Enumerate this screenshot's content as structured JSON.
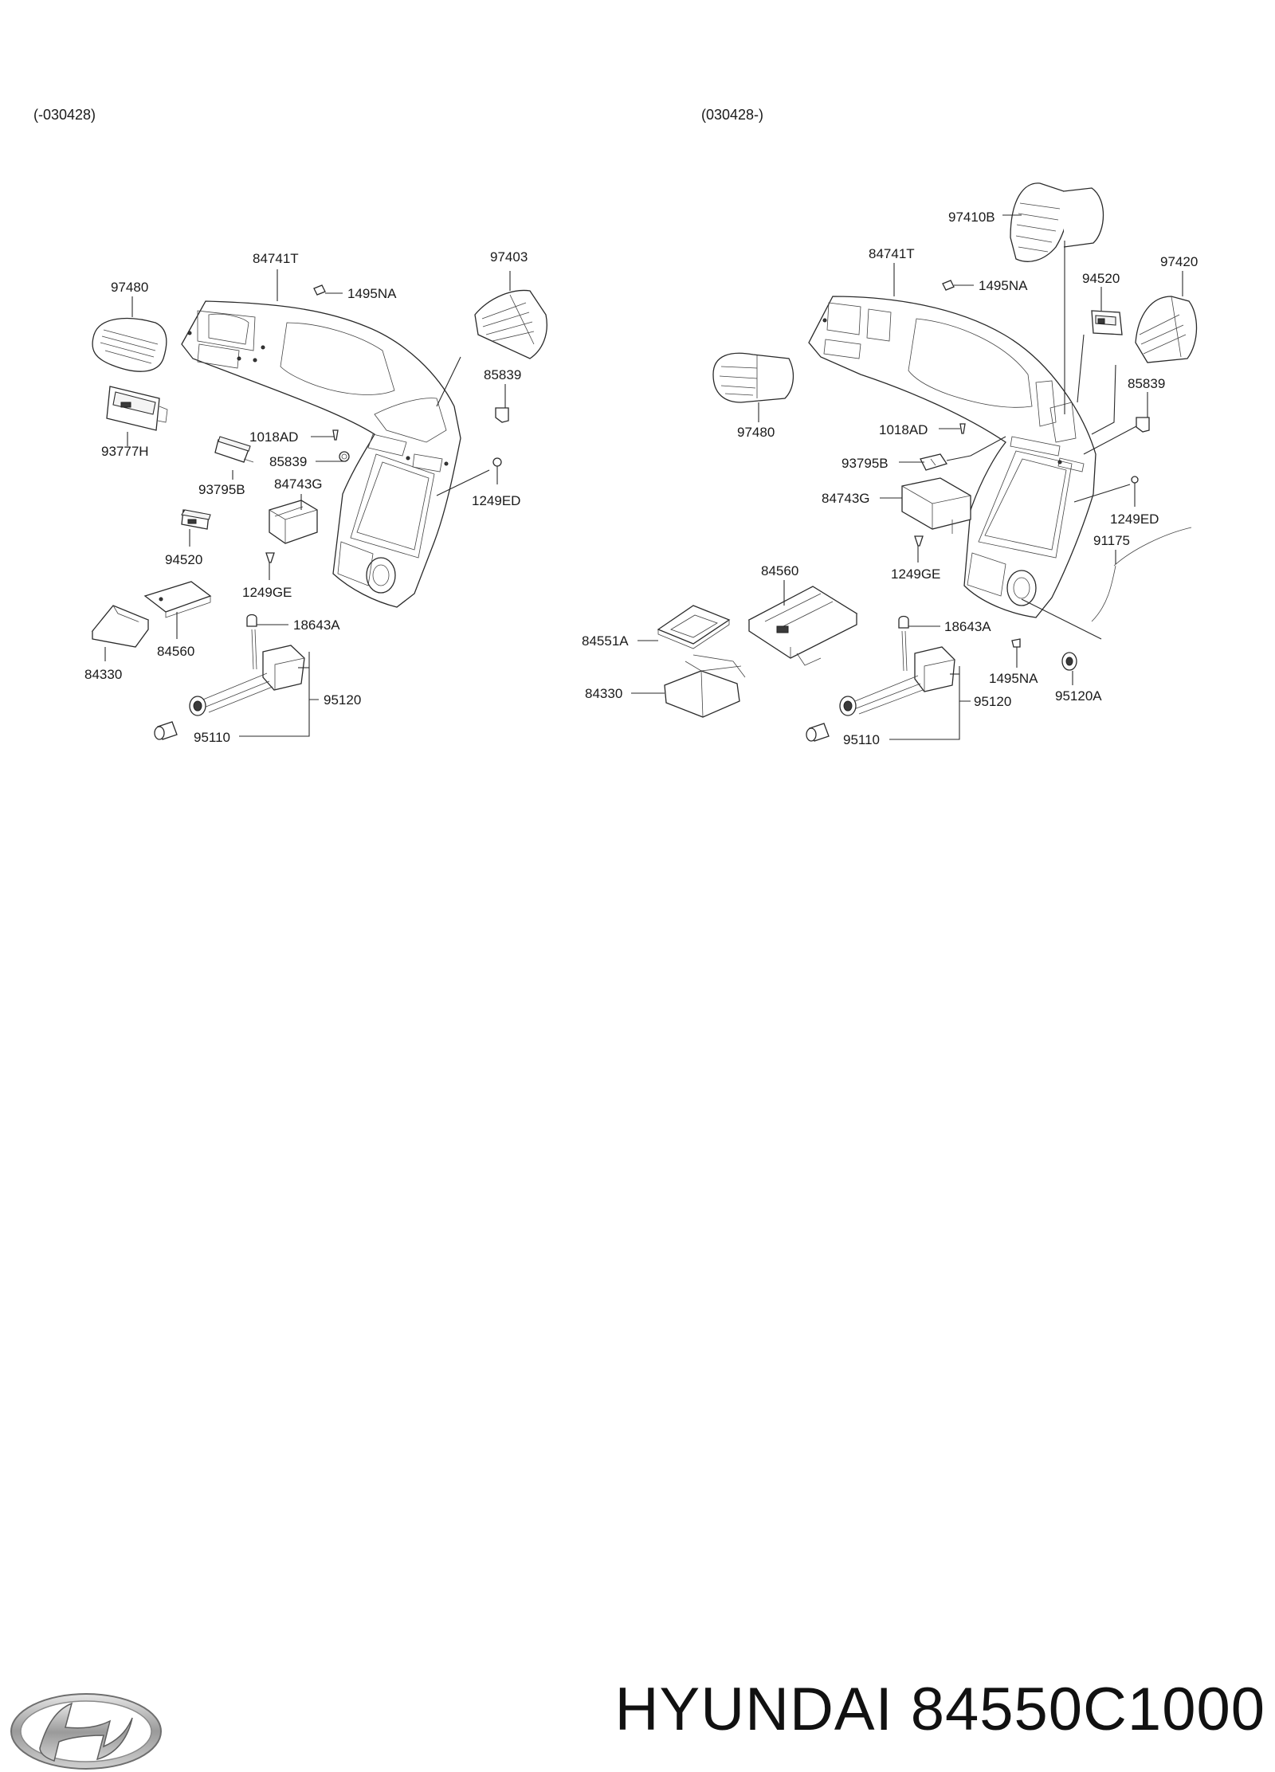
{
  "variants": {
    "left": "(-030428)",
    "right": "(030428-)"
  },
  "left_parts": [
    {
      "id": "L97480",
      "label": "97480"
    },
    {
      "id": "L84741T",
      "label": "84741T"
    },
    {
      "id": "L1495NA",
      "label": "1495NA"
    },
    {
      "id": "L97403",
      "label": "97403"
    },
    {
      "id": "L85839a",
      "label": "85839"
    },
    {
      "id": "L93777H",
      "label": "93777H"
    },
    {
      "id": "L1018AD",
      "label": "1018AD"
    },
    {
      "id": "L85839b",
      "label": "85839"
    },
    {
      "id": "L93795B",
      "label": "93795B"
    },
    {
      "id": "L84743G",
      "label": "84743G"
    },
    {
      "id": "L1249ED",
      "label": "1249ED"
    },
    {
      "id": "L94520",
      "label": "94520"
    },
    {
      "id": "L1249GE",
      "label": "1249GE"
    },
    {
      "id": "L18643A",
      "label": "18643A"
    },
    {
      "id": "L84560",
      "label": "84560"
    },
    {
      "id": "L84330",
      "label": "84330"
    },
    {
      "id": "L95120",
      "label": "95120"
    },
    {
      "id": "L95110",
      "label": "95110"
    }
  ],
  "right_parts": [
    {
      "id": "R97410B",
      "label": "97410B"
    },
    {
      "id": "R84741T",
      "label": "84741T"
    },
    {
      "id": "R1495NA",
      "label": "1495NA"
    },
    {
      "id": "R94520",
      "label": "94520"
    },
    {
      "id": "R97420",
      "label": "97420"
    },
    {
      "id": "R85839",
      "label": "85839"
    },
    {
      "id": "R97480",
      "label": "97480"
    },
    {
      "id": "R1018AD",
      "label": "1018AD"
    },
    {
      "id": "R93795B",
      "label": "93795B"
    },
    {
      "id": "R84743G",
      "label": "84743G"
    },
    {
      "id": "R1249ED",
      "label": "1249ED"
    },
    {
      "id": "R91175",
      "label": "91175"
    },
    {
      "id": "R84560",
      "label": "84560"
    },
    {
      "id": "R1249GE",
      "label": "1249GE"
    },
    {
      "id": "R18643A",
      "label": "18643A"
    },
    {
      "id": "R84551A",
      "label": "84551A"
    },
    {
      "id": "R1495NA2",
      "label": "1495NA"
    },
    {
      "id": "R95120A",
      "label": "95120A"
    },
    {
      "id": "R84330",
      "label": "84330"
    },
    {
      "id": "R95120",
      "label": "95120"
    },
    {
      "id": "R95110",
      "label": "95110"
    }
  ],
  "brand": {
    "name": "HYUNDAI",
    "part_number": "84550C1000",
    "logo_icon": "hyundai-logo-icon"
  }
}
